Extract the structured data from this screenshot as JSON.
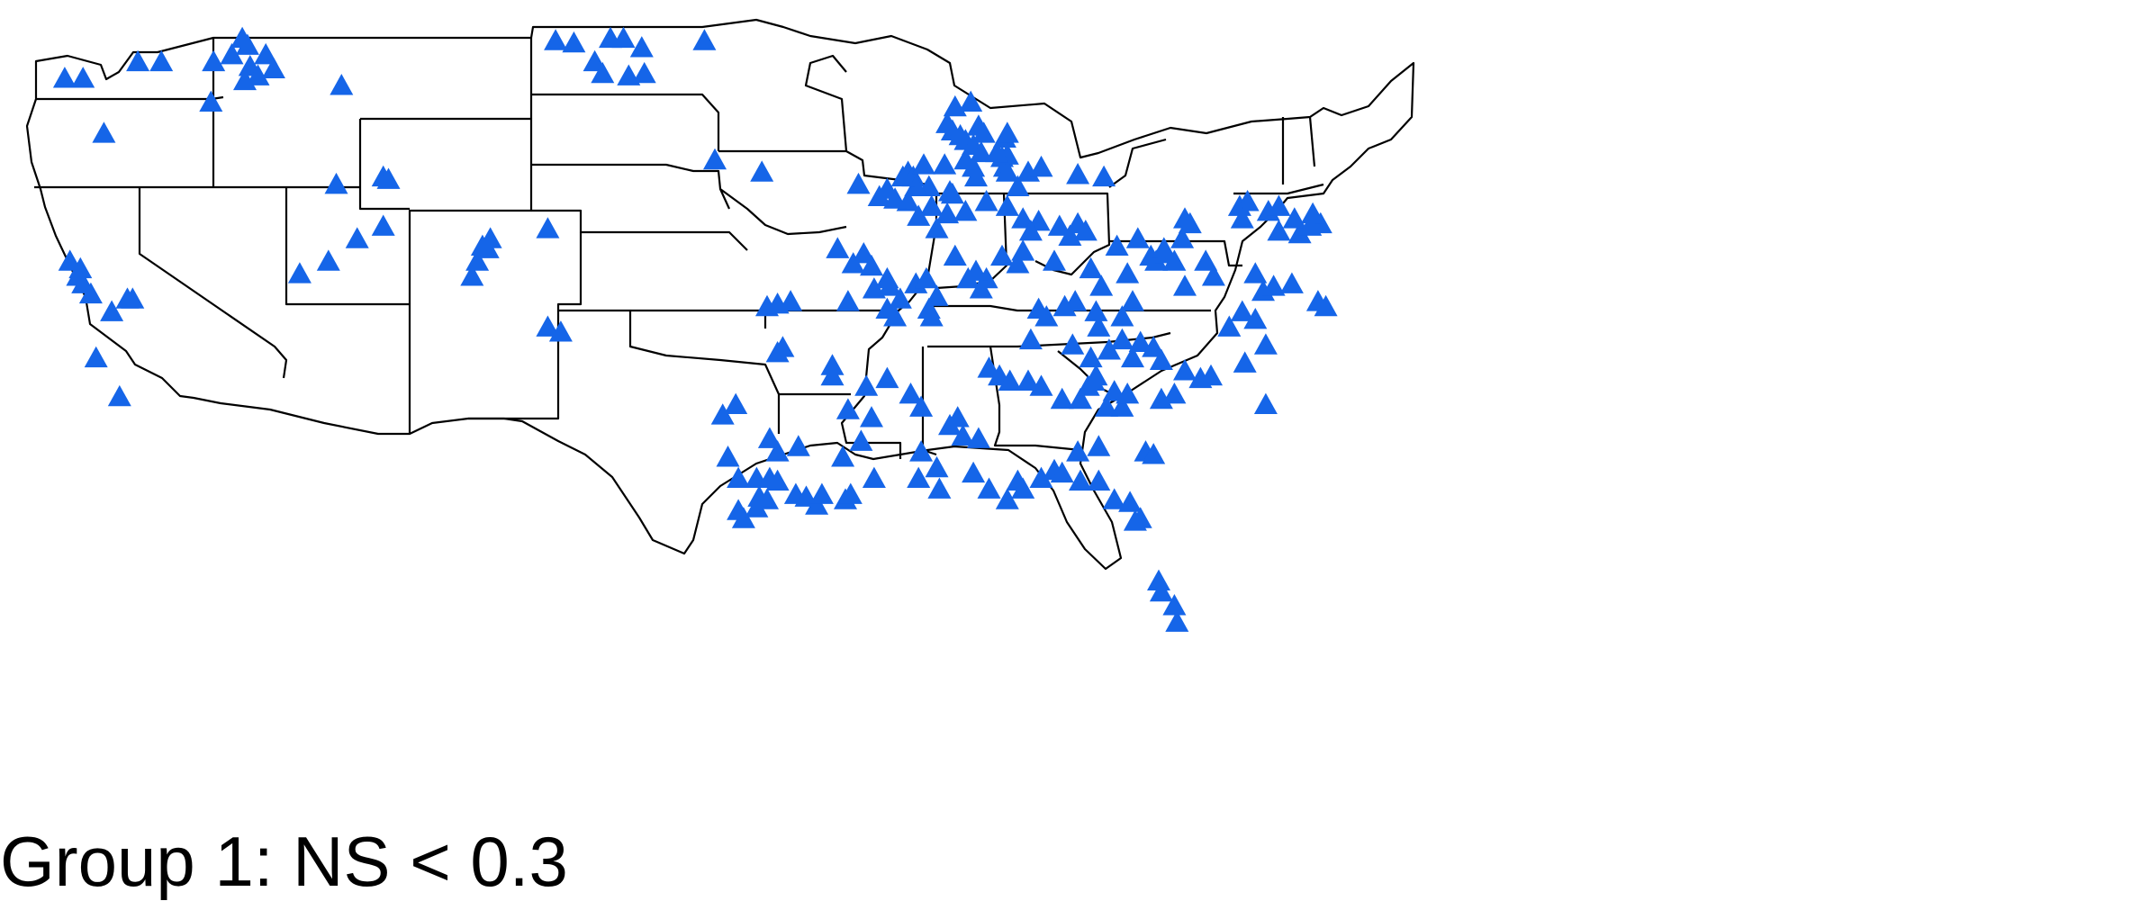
{
  "caption": "Group 1: NS < 0.3",
  "marker": {
    "shape": "triangle",
    "color": "#1565e8"
  },
  "sites": [
    [
      -120.8,
      47.6
    ],
    [
      -119.9,
      47.6
    ],
    [
      -117.9,
      47.6
    ],
    [
      -117.2,
      47.9
    ],
    [
      -116.8,
      48.6
    ],
    [
      -116.6,
      48.3
    ],
    [
      -115.9,
      47.9
    ],
    [
      -116.5,
      47.4
    ],
    [
      -116.2,
      47.0
    ],
    [
      -116.7,
      46.8
    ],
    [
      -115.6,
      47.3
    ],
    [
      -113.0,
      46.6
    ],
    [
      -118.0,
      45.9
    ],
    [
      -122.1,
      44.6
    ],
    [
      -123.6,
      46.9
    ],
    [
      -122.9,
      46.9
    ],
    [
      -123.4,
      39.4
    ],
    [
      -123.0,
      39.1
    ],
    [
      -123.1,
      38.8
    ],
    [
      -122.9,
      38.5
    ],
    [
      -122.6,
      38.1
    ],
    [
      -121.2,
      37.9
    ],
    [
      -121.0,
      37.9
    ],
    [
      -121.8,
      37.4
    ],
    [
      -122.4,
      35.6
    ],
    [
      -121.5,
      34.1
    ],
    [
      -111.4,
      42.8
    ],
    [
      -111.2,
      42.7
    ],
    [
      -113.2,
      42.5
    ],
    [
      -112.4,
      40.3
    ],
    [
      -111.4,
      40.8
    ],
    [
      -113.5,
      39.4
    ],
    [
      -114.6,
      38.9
    ],
    [
      -107.3,
      40.3
    ],
    [
      -107.6,
      40.0
    ],
    [
      -107.4,
      39.9
    ],
    [
      -107.8,
      39.4
    ],
    [
      -108.0,
      38.8
    ],
    [
      -105.1,
      40.7
    ],
    [
      -105.1,
      36.8
    ],
    [
      -104.6,
      36.6
    ],
    [
      -104.8,
      48.5
    ],
    [
      -104.1,
      48.4
    ],
    [
      -102.7,
      48.6
    ],
    [
      -102.2,
      48.6
    ],
    [
      -101.5,
      48.2
    ],
    [
      -99.1,
      48.5
    ],
    [
      -103.3,
      47.6
    ],
    [
      -101.4,
      47.1
    ],
    [
      -103.0,
      47.1
    ],
    [
      -102.0,
      47.0
    ],
    [
      -98.7,
      43.5
    ],
    [
      -96.9,
      43.0
    ],
    [
      -94.0,
      39.9
    ],
    [
      -93.0,
      39.7
    ],
    [
      -92.7,
      39.2
    ],
    [
      -93.4,
      39.3
    ],
    [
      -92.6,
      38.3
    ],
    [
      -92.1,
      38.7
    ],
    [
      -92.0,
      38.4
    ],
    [
      -91.6,
      37.9
    ],
    [
      -91.0,
      38.5
    ],
    [
      -90.6,
      38.7
    ],
    [
      -90.2,
      38.0
    ],
    [
      -90.5,
      37.5
    ],
    [
      -91.8,
      37.2
    ],
    [
      -92.1,
      37.5
    ],
    [
      -90.4,
      37.2
    ],
    [
      -95.8,
      37.8
    ],
    [
      -96.7,
      37.6
    ],
    [
      -96.3,
      37.7
    ],
    [
      -93.6,
      37.8
    ],
    [
      -91.3,
      43.0
    ],
    [
      -91.1,
      42.8
    ],
    [
      -90.5,
      42.4
    ],
    [
      -91.0,
      42.4
    ],
    [
      -92.1,
      42.3
    ],
    [
      -93.2,
      42.5
    ],
    [
      -92.4,
      42.0
    ],
    [
      -91.5,
      42.8
    ],
    [
      -90.7,
      43.3
    ],
    [
      -89.6,
      42.1
    ],
    [
      -91.3,
      41.8
    ],
    [
      -90.4,
      41.6
    ],
    [
      -89.8,
      41.3
    ],
    [
      -91.8,
      41.9
    ],
    [
      -90.9,
      41.2
    ],
    [
      -90.2,
      40.7
    ],
    [
      -89.1,
      41.4
    ],
    [
      -88.9,
      45.9
    ],
    [
      -89.5,
      45.7
    ],
    [
      -89.8,
      45.0
    ],
    [
      -89.3,
      44.5
    ],
    [
      -89.1,
      44.3
    ],
    [
      -88.6,
      44.9
    ],
    [
      -88.4,
      44.6
    ],
    [
      -89.6,
      44.7
    ],
    [
      -88.8,
      44.1
    ],
    [
      -87.6,
      44.4
    ],
    [
      -87.5,
      44.6
    ],
    [
      -87.7,
      43.6
    ],
    [
      -88.5,
      43.8
    ],
    [
      -87.5,
      43.7
    ],
    [
      -87.6,
      43.2
    ],
    [
      -87.5,
      43.0
    ],
    [
      -87.9,
      43.8
    ],
    [
      -88.8,
      43.2
    ],
    [
      -89.9,
      43.3
    ],
    [
      -89.1,
      43.5
    ],
    [
      -88.7,
      42.8
    ],
    [
      -87.1,
      42.4
    ],
    [
      -86.7,
      43.0
    ],
    [
      -86.2,
      43.2
    ],
    [
      -84.8,
      42.9
    ],
    [
      -83.8,
      42.8
    ],
    [
      -89.7,
      42.2
    ],
    [
      -88.3,
      41.8
    ],
    [
      -87.5,
      41.6
    ],
    [
      -86.9,
      41.1
    ],
    [
      -86.3,
      41.0
    ],
    [
      -86.6,
      40.6
    ],
    [
      -85.5,
      40.8
    ],
    [
      -84.8,
      40.9
    ],
    [
      -85.1,
      40.4
    ],
    [
      -86.9,
      39.8
    ],
    [
      -87.7,
      39.6
    ],
    [
      -88.3,
      38.7
    ],
    [
      -88.7,
      39.0
    ],
    [
      -89.5,
      39.6
    ],
    [
      -87.1,
      39.3
    ],
    [
      -89.0,
      38.7
    ],
    [
      -88.5,
      38.3
    ],
    [
      -85.7,
      39.4
    ],
    [
      -84.5,
      40.6
    ],
    [
      -83.3,
      40.0
    ],
    [
      -82.5,
      40.3
    ],
    [
      -82.0,
      39.6
    ],
    [
      -81.8,
      39.4
    ],
    [
      -81.5,
      39.9
    ],
    [
      -80.7,
      41.1
    ],
    [
      -84.3,
      39.1
    ],
    [
      -82.9,
      38.9
    ],
    [
      -81.4,
      39.7
    ],
    [
      -80.8,
      40.3
    ],
    [
      -80.5,
      40.9
    ],
    [
      -78.6,
      41.6
    ],
    [
      -78.3,
      41.8
    ],
    [
      -77.5,
      41.4
    ],
    [
      -77.1,
      41.6
    ],
    [
      -78.5,
      41.1
    ],
    [
      -77.1,
      40.6
    ],
    [
      -76.3,
      40.5
    ],
    [
      -75.5,
      40.9
    ],
    [
      -75.8,
      41.3
    ],
    [
      -76.5,
      41.1
    ],
    [
      -75.9,
      40.8
    ],
    [
      -80.7,
      38.4
    ],
    [
      -79.6,
      38.8
    ],
    [
      -79.9,
      39.4
    ],
    [
      -81.1,
      39.4
    ],
    [
      -78.0,
      38.9
    ],
    [
      -77.7,
      38.2
    ],
    [
      -77.3,
      38.4
    ],
    [
      -76.6,
      38.5
    ],
    [
      -75.6,
      37.8
    ],
    [
      -75.3,
      37.6
    ],
    [
      -78.5,
      37.4
    ],
    [
      -78.0,
      37.1
    ],
    [
      -79.0,
      36.8
    ],
    [
      -77.6,
      36.1
    ],
    [
      -83.9,
      38.4
    ],
    [
      -84.9,
      37.8
    ],
    [
      -85.3,
      37.6
    ],
    [
      -84.1,
      37.4
    ],
    [
      -82.7,
      37.8
    ],
    [
      -83.1,
      37.2
    ],
    [
      -86.0,
      37.2
    ],
    [
      -86.3,
      37.5
    ],
    [
      -84.0,
      36.8
    ],
    [
      -86.6,
      36.3
    ],
    [
      -85.0,
      36.1
    ],
    [
      -84.3,
      35.6
    ],
    [
      -83.6,
      35.9
    ],
    [
      -82.7,
      35.6
    ],
    [
      -81.9,
      36.0
    ],
    [
      -83.1,
      36.3
    ],
    [
      -82.4,
      36.2
    ],
    [
      -81.6,
      35.5
    ],
    [
      -80.7,
      35.1
    ],
    [
      -79.7,
      34.9
    ],
    [
      -80.1,
      34.8
    ],
    [
      -81.1,
      34.2
    ],
    [
      -81.6,
      34.0
    ],
    [
      -77.6,
      33.8
    ],
    [
      -78.4,
      35.4
    ],
    [
      -88.2,
      35.2
    ],
    [
      -87.8,
      34.9
    ],
    [
      -87.4,
      34.7
    ],
    [
      -86.7,
      34.7
    ],
    [
      -86.2,
      34.5
    ],
    [
      -85.4,
      34.0
    ],
    [
      -84.7,
      34.0
    ],
    [
      -84.4,
      34.5
    ],
    [
      -84.1,
      34.9
    ],
    [
      -84.2,
      34.7
    ],
    [
      -83.4,
      34.3
    ],
    [
      -83.7,
      33.7
    ],
    [
      -83.1,
      33.7
    ],
    [
      -82.9,
      34.2
    ],
    [
      -84.0,
      32.2
    ],
    [
      -84.8,
      32.0
    ],
    [
      -82.2,
      32.0
    ],
    [
      -81.9,
      31.9
    ],
    [
      -86.2,
      31.0
    ],
    [
      -85.7,
      31.3
    ],
    [
      -85.4,
      31.2
    ],
    [
      -84.7,
      30.9
    ],
    [
      -84.0,
      30.9
    ],
    [
      -83.4,
      30.2
    ],
    [
      -82.8,
      30.1
    ],
    [
      -82.4,
      29.5
    ],
    [
      -82.6,
      29.4
    ],
    [
      -81.7,
      27.2
    ],
    [
      -81.6,
      26.8
    ],
    [
      -81.1,
      26.3
    ],
    [
      -81.0,
      25.7
    ],
    [
      -88.8,
      31.2
    ],
    [
      -88.2,
      30.6
    ],
    [
      -87.5,
      30.2
    ],
    [
      -86.9,
      30.6
    ],
    [
      -87.1,
      30.9
    ],
    [
      -89.4,
      33.3
    ],
    [
      -89.7,
      33.0
    ],
    [
      -89.2,
      32.6
    ],
    [
      -88.6,
      32.5
    ],
    [
      -90.8,
      32.0
    ],
    [
      -90.2,
      31.4
    ],
    [
      -90.9,
      31.0
    ],
    [
      -90.1,
      30.6
    ],
    [
      -92.7,
      33.3
    ],
    [
      -92.9,
      34.5
    ],
    [
      -92.1,
      34.8
    ],
    [
      -91.2,
      34.2
    ],
    [
      -90.8,
      33.7
    ],
    [
      -93.6,
      33.6
    ],
    [
      -93.1,
      32.4
    ],
    [
      -93.8,
      31.8
    ],
    [
      -92.6,
      31.0
    ],
    [
      -96.1,
      36.0
    ],
    [
      -96.3,
      35.8
    ],
    [
      -94.2,
      35.3
    ],
    [
      -94.2,
      34.9
    ],
    [
      -97.9,
      33.8
    ],
    [
      -98.4,
      33.4
    ],
    [
      -98.2,
      31.8
    ],
    [
      -97.8,
      31.0
    ],
    [
      -97.1,
      31.0
    ],
    [
      -96.6,
      31.0
    ],
    [
      -96.3,
      30.9
    ],
    [
      -95.6,
      30.4
    ],
    [
      -95.2,
      30.3
    ],
    [
      -94.8,
      30.0
    ],
    [
      -94.6,
      30.4
    ],
    [
      -93.7,
      30.2
    ],
    [
      -93.5,
      30.4
    ],
    [
      -96.7,
      30.2
    ],
    [
      -97.0,
      30.3
    ],
    [
      -97.8,
      29.8
    ],
    [
      -97.6,
      29.5
    ],
    [
      -97.1,
      29.9
    ],
    [
      -96.3,
      32.0
    ],
    [
      -96.6,
      32.5
    ],
    [
      -95.5,
      32.2
    ]
  ]
}
